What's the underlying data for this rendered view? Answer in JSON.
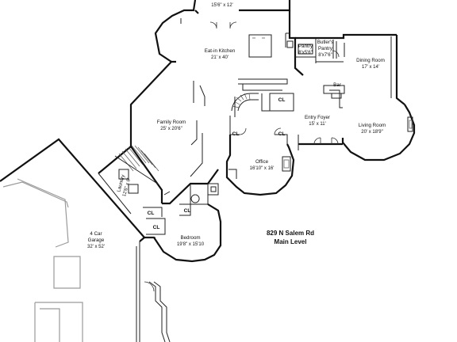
{
  "plan": {
    "title_line1": "829 N Salem Rd",
    "title_line2": "Main Level",
    "top_room_dims": "15'6\" x 12'",
    "rooms": {
      "kitchen": {
        "name": "Eat-in Kitchen",
        "dims": "21' x 40'"
      },
      "pantry": {
        "name": "Pantry",
        "dims": "8'x5'6\""
      },
      "butlers_pantry": {
        "name_line1": "Butler's",
        "name_line2": "Pantry",
        "dims": "8'x7'6\""
      },
      "dining": {
        "name": "Dining Room",
        "dims": "17' x 14'"
      },
      "bar": {
        "name": "Bar"
      },
      "family": {
        "name": "Family Room",
        "dims": "25' x 20'6\""
      },
      "entry": {
        "name": "Entry Foyer",
        "dims": "15' x 11'"
      },
      "living": {
        "name": "Living Room",
        "dims": "20' x 18'9\""
      },
      "office": {
        "name": "Office",
        "dims": "16'10\" x 16'"
      },
      "laundry": {
        "name": "Laundry",
        "dims": "12'6\" x 8'"
      },
      "garage": {
        "name_line1": "4 Car",
        "name_line2": "Garage",
        "dims": "32' x 52'"
      },
      "bedroom": {
        "name": "Bedroom",
        "dims": "19'8\" x 15'10"
      }
    },
    "closet_label": "CL"
  }
}
